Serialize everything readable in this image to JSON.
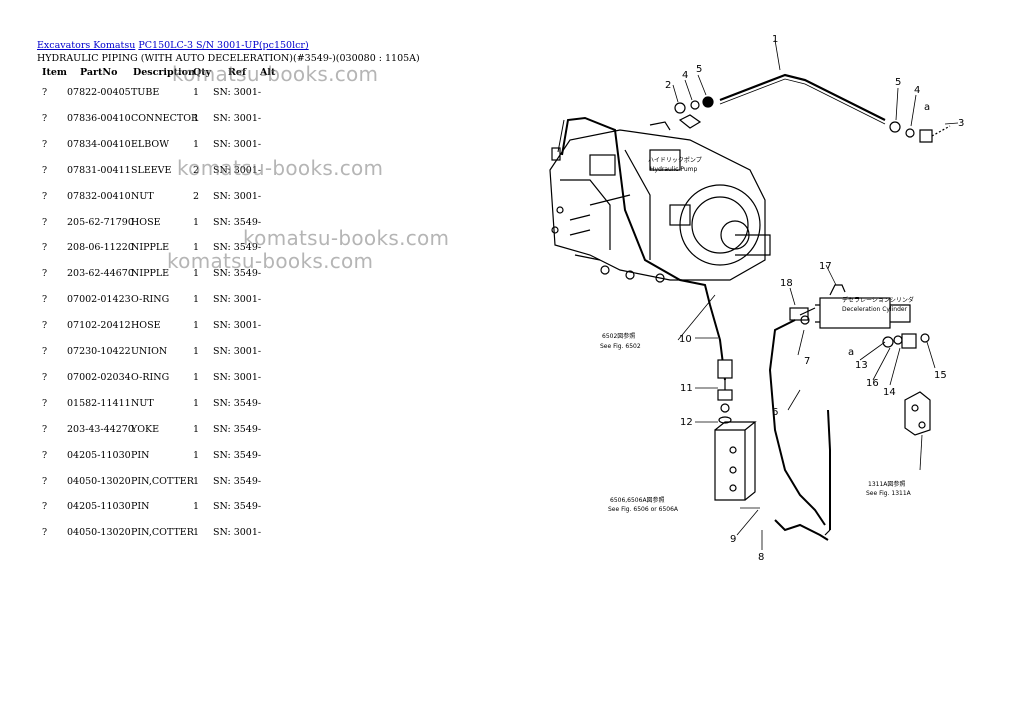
{
  "breadcrumb": {
    "link1": "Excavators Komatsu",
    "link2": "PC150LC-3 S/N 3001-UP(pc150lcr)"
  },
  "subtitle": "HYDRAULIC PIPING (WITH AUTO DECELERATION)(#3549-)(030080 : 1105A)",
  "table": {
    "headers": [
      "Item",
      "PartNo",
      "Description",
      "Qty",
      "Ref",
      "Alt"
    ],
    "rows": [
      {
        "item": "?",
        "partno": "07822-00405",
        "desc": "TUBE",
        "qty": "1",
        "ref": "SN: 3001-"
      },
      {
        "item": "?",
        "partno": "07836-00410",
        "desc": "CONNECTOR",
        "qty": "1",
        "ref": "SN: 3001-"
      },
      {
        "item": "?",
        "partno": "07834-00410",
        "desc": "ELBOW",
        "qty": "1",
        "ref": "SN: 3001-"
      },
      {
        "item": "?",
        "partno": "07831-00411",
        "desc": "SLEEVE",
        "qty": "2",
        "ref": "SN: 3001-"
      },
      {
        "item": "?",
        "partno": "07832-00410",
        "desc": "NUT",
        "qty": "2",
        "ref": "SN: 3001-"
      },
      {
        "item": "?",
        "partno": "205-62-71790",
        "desc": "HOSE",
        "qty": "1",
        "ref": "SN: 3549-"
      },
      {
        "item": "?",
        "partno": "208-06-11220",
        "desc": "NIPPLE",
        "qty": "1",
        "ref": "SN: 3549-"
      },
      {
        "item": "?",
        "partno": "203-62-44670",
        "desc": "NIPPLE",
        "qty": "1",
        "ref": "SN: 3549-"
      },
      {
        "item": "?",
        "partno": "07002-01423",
        "desc": "O-RING",
        "qty": "1",
        "ref": "SN: 3001-"
      },
      {
        "item": "?",
        "partno": "07102-20412",
        "desc": "HOSE",
        "qty": "1",
        "ref": "SN: 3001-"
      },
      {
        "item": "?",
        "partno": "07230-10422",
        "desc": "UNION",
        "qty": "1",
        "ref": "SN: 3001-"
      },
      {
        "item": "?",
        "partno": "07002-02034",
        "desc": "O-RING",
        "qty": "1",
        "ref": "SN: 3001-"
      },
      {
        "item": "?",
        "partno": "01582-11411",
        "desc": "NUT",
        "qty": "1",
        "ref": "SN: 3549-"
      },
      {
        "item": "?",
        "partno": "203-43-44270",
        "desc": "YOKE",
        "qty": "1",
        "ref": "SN: 3549-"
      },
      {
        "item": "?",
        "partno": "04205-11030",
        "desc": "PIN",
        "qty": "1",
        "ref": "SN: 3549-"
      },
      {
        "item": "?",
        "partno": "04050-13020",
        "desc": "PIN,COTTER",
        "qty": "1",
        "ref": "SN: 3549-"
      },
      {
        "item": "?",
        "partno": "04205-11030",
        "desc": "PIN",
        "qty": "1",
        "ref": "SN: 3549-"
      },
      {
        "item": "?",
        "partno": "04050-13020",
        "desc": "PIN,COTTER",
        "qty": "1",
        "ref": "SN: 3001-"
      }
    ]
  },
  "watermarks": [
    "komatsu-books.com",
    "komatsu-books.com",
    "komatsu-books.com",
    "komatsu-books.com"
  ],
  "diagram": {
    "callouts": [
      "1",
      "2",
      "3",
      "4",
      "5",
      "5",
      "4",
      "6",
      "7",
      "8",
      "9",
      "10",
      "11",
      "12",
      "13",
      "14",
      "15",
      "16",
      "17",
      "18"
    ],
    "letters": [
      "a",
      "a"
    ],
    "pump_label_jp": "ハイドリックポンプ",
    "pump_label": "Hydraulic Pump",
    "cyl_label_jp": "デセラレーションシリンダ",
    "cyl_label": "Deceleration Cylinder",
    "ref1_jp": "6502図参照",
    "ref1": "See Fig. 6502",
    "ref2_jp": "6506,6506A図参照",
    "ref2": "See Fig. 6506 or 6506A",
    "ref3_jp": "1311A図参照",
    "ref3": "See Fig. 1311A"
  }
}
